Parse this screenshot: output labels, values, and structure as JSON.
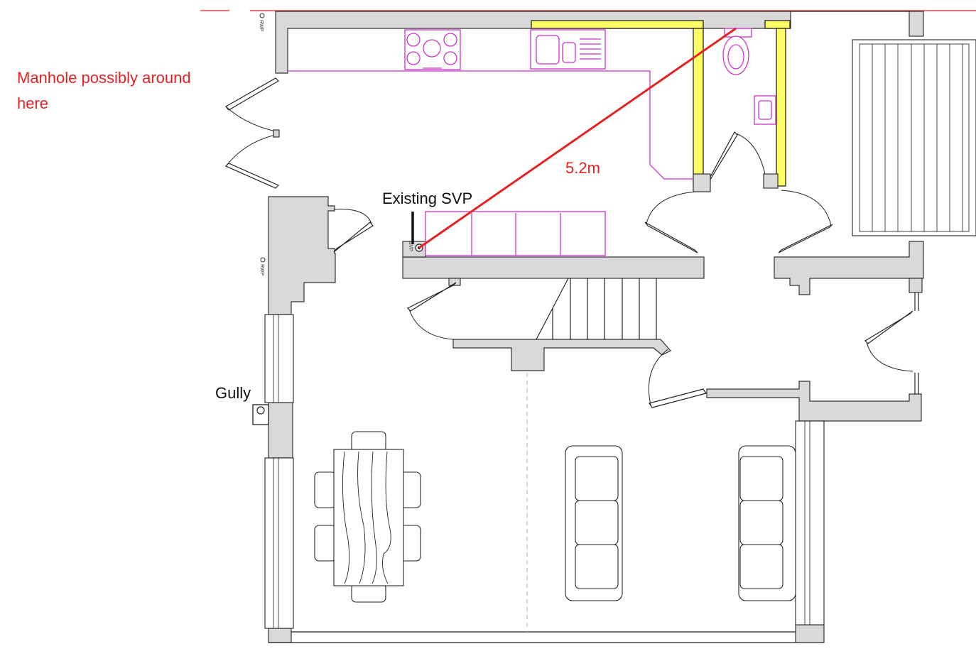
{
  "annotations": {
    "manhole_note": [
      "Manhole possibly around",
      "here"
    ],
    "distance": "5.2m",
    "svp_label": "Existing SVP",
    "gully_label": "Gully"
  },
  "fixture_labels": {
    "rwp": "RWP",
    "svp": "SVP"
  },
  "colors": {
    "annotation_red": "#e32222",
    "kitchen_magenta": "#cc33cc",
    "stud_yellow": "#ffff66",
    "wall_grey": "#d9d9d9"
  }
}
